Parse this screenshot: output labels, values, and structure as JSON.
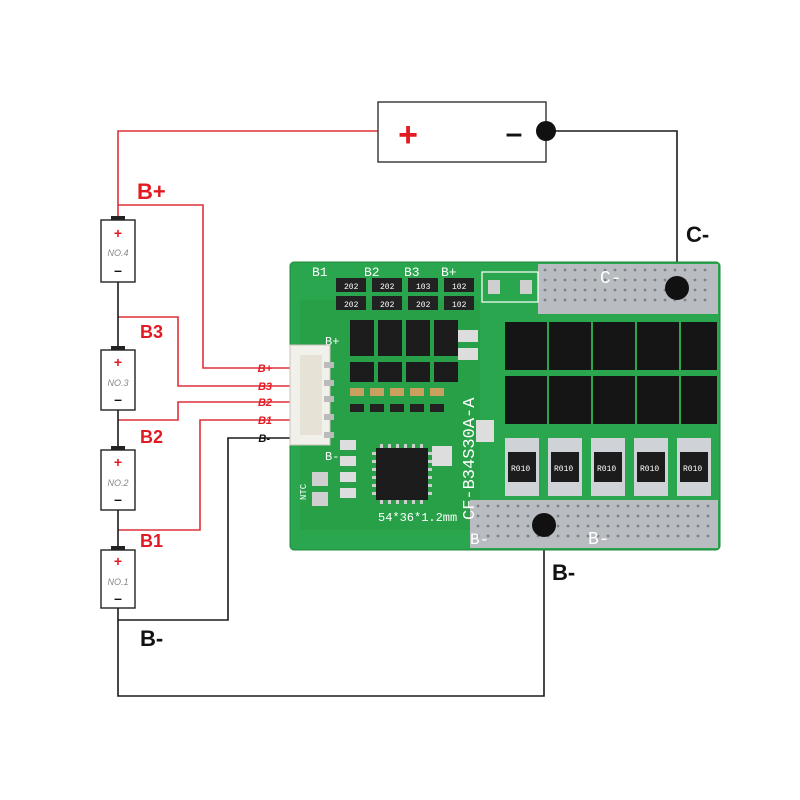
{
  "pack_terminals": {
    "plus": "+",
    "minus": "–",
    "output_positive": "+",
    "output_negative": "–"
  },
  "wire_labels": {
    "b_plus": "B+",
    "b3": "B3",
    "b2": "B2",
    "b1": "B1",
    "b_minus_left": "B-",
    "c_minus": "C-",
    "b_minus_right": "B-"
  },
  "connector_pins": [
    "B+",
    "B3",
    "B2",
    "B1",
    "B-"
  ],
  "cells": [
    {
      "name": "NO.4",
      "plus": "+",
      "minus": "–"
    },
    {
      "name": "NO.3",
      "plus": "+",
      "minus": "–"
    },
    {
      "name": "NO.2",
      "plus": "+",
      "minus": "–"
    },
    {
      "name": "NO.1",
      "plus": "+",
      "minus": "–"
    }
  ],
  "pcb": {
    "silk_top": [
      "B1",
      "B2",
      "B3",
      "B+"
    ],
    "c_minus_pad": "C-",
    "b_minus_pad": "B-",
    "b_minus_pad_left": "B-",
    "b_plus_marker": "B+",
    "b_minus_marker": "B-",
    "part_number": "CF-B34S30A-A",
    "dimensions": "54*36*1.2mm",
    "ntc": "NTC",
    "shunt_label": "R010",
    "resistor_codes": [
      "202",
      "202",
      "103",
      "102",
      "202",
      "202",
      "202",
      "102"
    ]
  },
  "colors": {
    "balance_wire": "#e0303a",
    "ground_wire": "#1a1a1a",
    "pcb_green": "#2aa74e",
    "plus_red": "#e21b23"
  }
}
